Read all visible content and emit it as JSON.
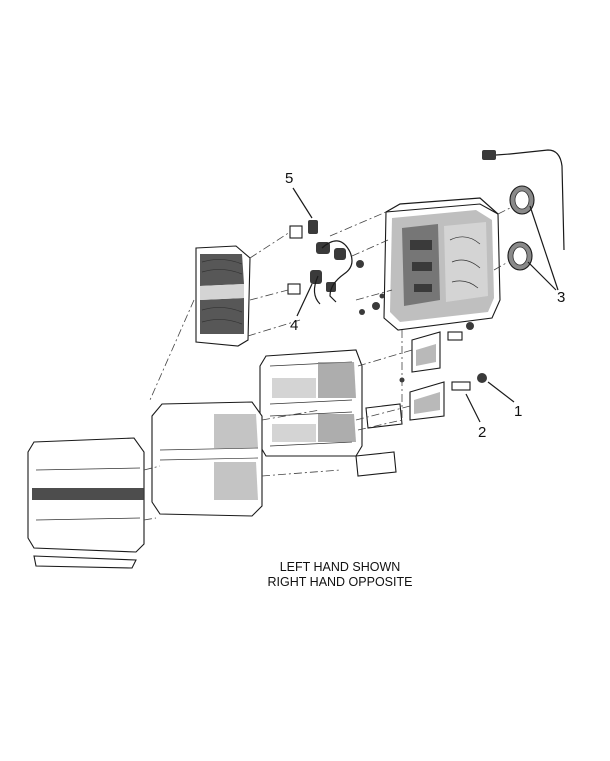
{
  "callouts": [
    "1",
    "2",
    "3",
    "4",
    "5"
  ],
  "caption": {
    "line1": "LEFT HAND SHOWN",
    "line2": "RIGHT HAND OPPOSITE"
  }
}
